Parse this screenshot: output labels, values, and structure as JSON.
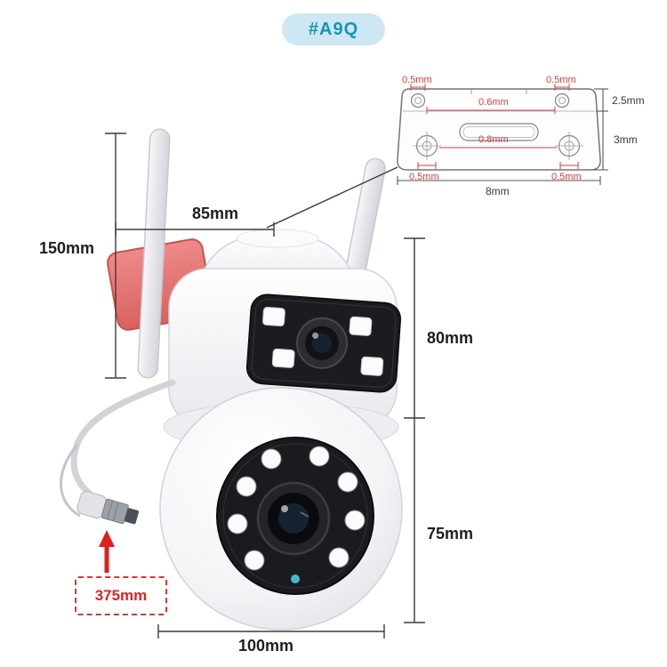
{
  "badge": {
    "model": "#A9Q"
  },
  "bracket_detail": {
    "top_left": "0.5mm",
    "top_center": "0.6mm",
    "top_right": "0.5mm",
    "plate_thickness": "2.5mm",
    "middle": "0.8mm",
    "plate_height": "3mm",
    "bottom_left": "0.5mm",
    "bottom_right": "0.5mm",
    "plate_width": "8mm"
  },
  "camera_dimensions": {
    "antenna_length": "150mm",
    "top_width": "85mm",
    "head_height": "80mm",
    "ball_height": "75mm",
    "base_width": "100mm",
    "cable_length": "375mm"
  },
  "icons": {
    "camera": "dual-lens-ptz-camera-illustration",
    "up_arrow": "red-up-arrow",
    "bracket": "mounting-bracket-technical-drawing"
  },
  "colors": {
    "badge_bg": "#cde7f3",
    "badge_text": "#1796b0",
    "dim_red": "#e03c3c",
    "dim_text": "#1e1e1e",
    "mount_red": "#e57070",
    "status_led_blue": "#41b7cf"
  }
}
